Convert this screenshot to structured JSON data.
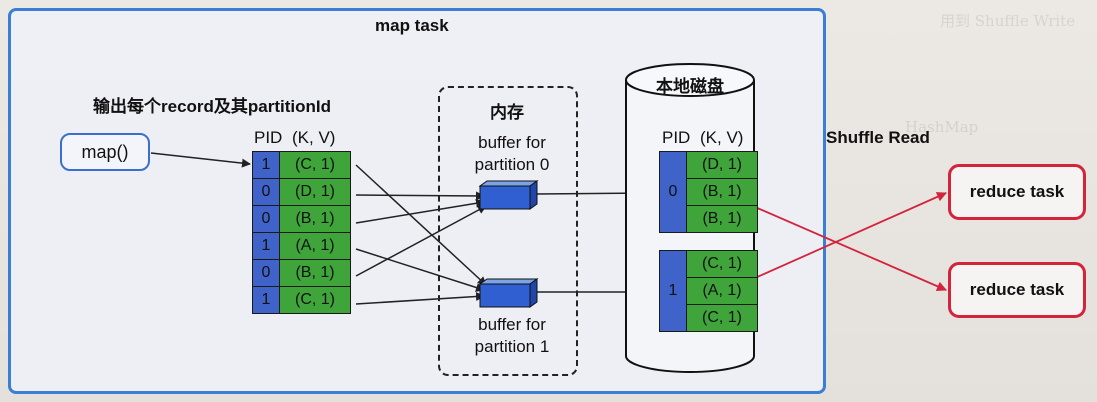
{
  "map_task": {
    "title": "map task",
    "subtitle": "输出每个record及其partitionId",
    "map_button": "map()",
    "header_pid": "PID",
    "header_kv": "(K, V)",
    "records": [
      {
        "pid": "1",
        "kv": "(C, 1)"
      },
      {
        "pid": "0",
        "kv": "(D, 1)"
      },
      {
        "pid": "0",
        "kv": "(B, 1)"
      },
      {
        "pid": "1",
        "kv": "(A, 1)"
      },
      {
        "pid": "0",
        "kv": "(B, 1)"
      },
      {
        "pid": "1",
        "kv": "(C, 1)"
      }
    ]
  },
  "memory": {
    "title": "内存",
    "buffer0_line1": "buffer for",
    "buffer0_line2": "partition 0",
    "buffer1_line1": "buffer for",
    "buffer1_line2": "partition 1"
  },
  "disk": {
    "title": "本地磁盘",
    "header_pid": "PID",
    "header_kv": "(K, V)",
    "partition0": {
      "pid": "0",
      "rows": [
        "(D, 1)",
        "(B, 1)",
        "(B, 1)"
      ]
    },
    "partition1": {
      "pid": "1",
      "rows": [
        "(C, 1)",
        "(A, 1)",
        "(C, 1)"
      ]
    }
  },
  "shuffle_read": {
    "title": "Shuffle Read",
    "reduce_task_1": "reduce task",
    "reduce_task_2": "reduce task"
  },
  "colors": {
    "blue_border": "#3a7fd5",
    "pid_blue": "#3f63c9",
    "kv_green": "#3fa53b",
    "reduce_red": "#d3243c"
  }
}
